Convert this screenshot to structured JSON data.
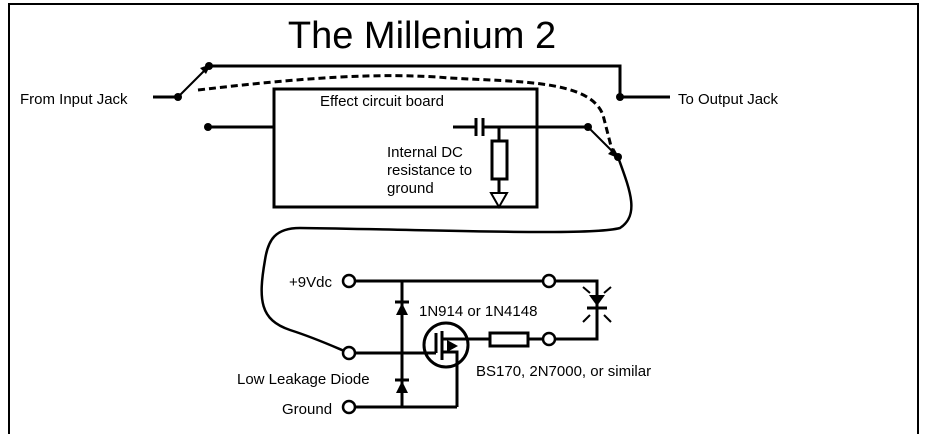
{
  "title": "The Millenium 2",
  "labels": {
    "input": "From Input Jack",
    "output": "To Output Jack",
    "board": "Effect circuit board",
    "resistance_line1": "Internal DC",
    "resistance_line2": "resistance to",
    "resistance_line3": "ground",
    "vdc": "+9Vdc",
    "diode_signal": "1N914 or 1N4148",
    "diode_leak": "Low Leakage Diode",
    "ground": "Ground",
    "fet": "BS170, 2N7000, or similar"
  },
  "components": [
    "footswitch",
    "effect-board",
    "coupling-capacitor",
    "internal-resistor",
    "ground-symbol",
    "signal-diode",
    "low-leakage-diode",
    "mosfet",
    "led",
    "led-resistor"
  ],
  "colors": {
    "line": "#000000",
    "background": "#ffffff"
  }
}
